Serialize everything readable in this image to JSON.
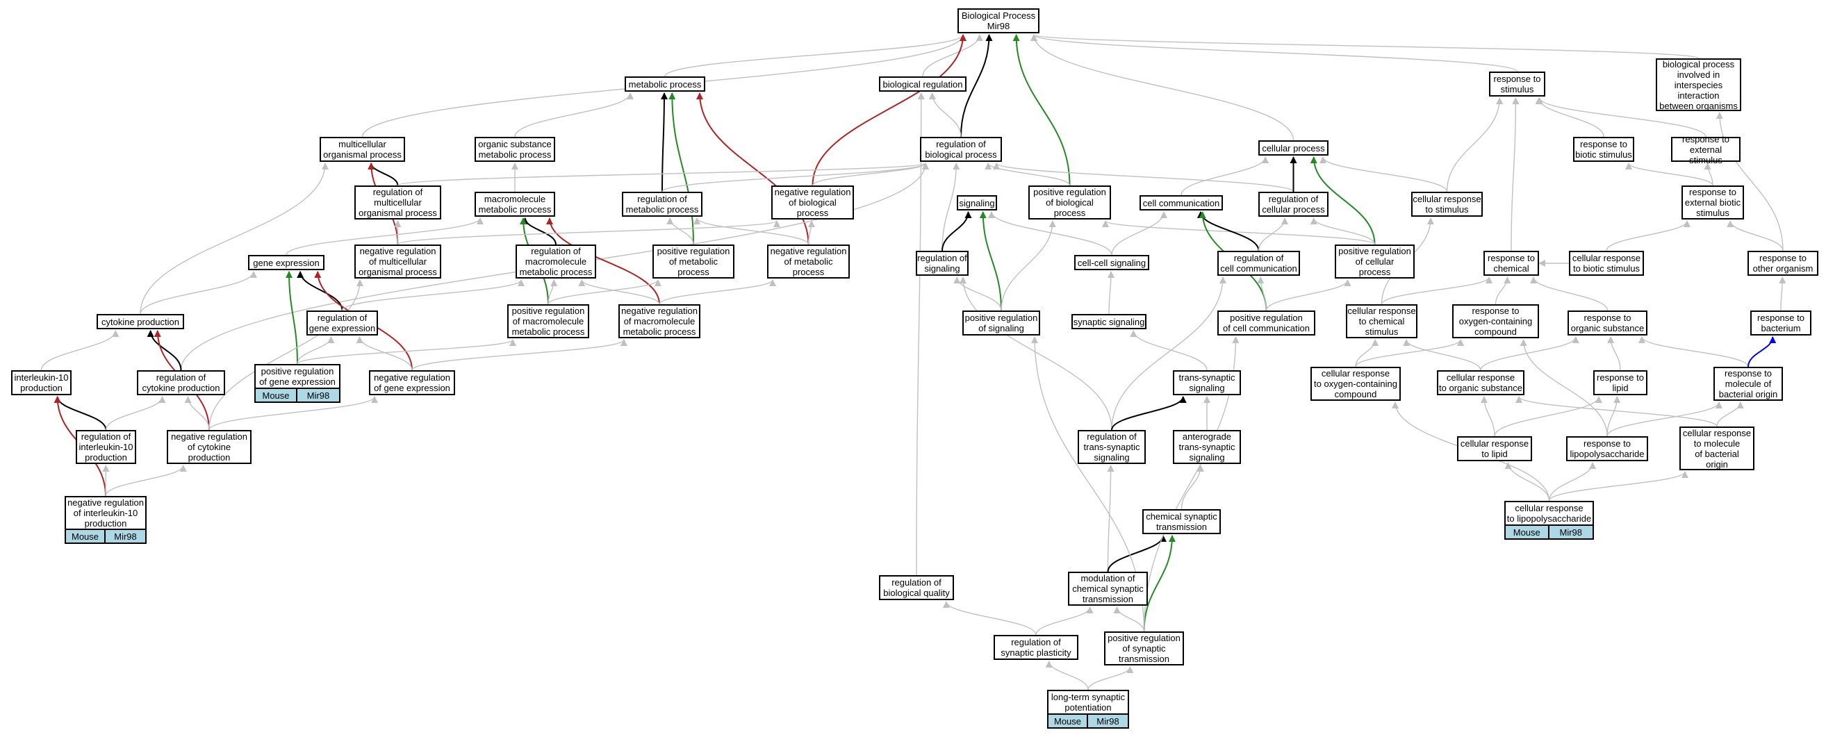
{
  "colors": {
    "grey": "#c0c0c0",
    "black": "#000000",
    "green": "#228b22",
    "red": "#b22222",
    "blue": "#0000ff",
    "tag": "#add8e6"
  },
  "nodes": {
    "bp": "Biological Process\nMir98",
    "metabolic": "metabolic process",
    "bioreg": "biological regulation",
    "respstim": "response to\nstimulus",
    "interspecies": "biological process\ninvolved in\ninterspecies\ninteraction\nbetween organisms",
    "multicell": "multicellular\norganismal process",
    "organicsub": "organic substance\nmetabolic process",
    "regbio": "regulation of\nbiological process",
    "cellular": "cellular process",
    "respbiotic": "response to\nbiotic stimulus",
    "respext": "response to\nexternal stimulus",
    "regmulticell": "regulation of\nmulticellular\norganismal process",
    "macromol": "macromolecule\nmetabolic process",
    "regmetab": "regulation of\nmetabolic process",
    "negregbio": "negative regulation\nof biological\nprocess",
    "signaling": "signaling",
    "posregbio": "positive regulation\nof biological\nprocess",
    "cellcomm": "cell communication",
    "regcellular": "regulation of\ncellular process",
    "cellrespstim": "cellular response\nto stimulus",
    "respextbiotic": "response to\nexternal biotic\nstimulus",
    "geneexpr": "gene expression",
    "negregmulticell": "negative regulation\nof multicellular\norganismal process",
    "regmacromol": "regulation of\nmacromolecule\nmetabolic process",
    "posregmetab": "positive regulation\nof metabolic\nprocess",
    "negregmetab": "negative regulation\nof metabolic\nprocess",
    "regsignaling": "regulation of\nsignaling",
    "cellcellsig": "cell-cell signaling",
    "regcellcomm": "regulation of\ncell communication",
    "posregcellular": "positive regulation\nof cellular\nprocess",
    "respchem": "response to\nchemical",
    "cellrespbiotic": "cellular response\nto biotic stimulus",
    "respother": "response to\nother organism",
    "cytokine": "cytokine production",
    "reggeneexpr": "regulation of\ngene expression",
    "posregmacromol": "positive regulation\nof macromolecule\nmetabolic process",
    "negregmacromol": "negative regulation\nof macromolecule\nmetabolic process",
    "posregsignaling": "positive regulation\nof signaling",
    "synsig": "synaptic signaling",
    "posregcellcomm": "positive regulation\nof cell communication",
    "cellrespchem": "cellular response\nto chemical\nstimulus",
    "respoxy": "response to\noxygen-containing\ncompound",
    "resporganic": "response to\norganic substance",
    "respbacterium": "response to\nbacterium",
    "il10": "interleukin-10\nproduction",
    "regcytokine": "regulation of\ncytokine production",
    "posreggeneexpr": "positive regulation\nof gene expression",
    "negreggeneexpr": "negative regulation\nof gene expression",
    "transsyn": "trans-synaptic\nsignaling",
    "cellrespoxy": "cellular response\nto oxygen-containing\ncompound",
    "cellresporganic": "cellular response\nto organic substance",
    "resplipid": "response to\nlipid",
    "respmolbact": "response to\nmolecule of\nbacterial origin",
    "regil10": "regulation of\ninterleukin-10\nproduction",
    "negregcytokine": "negative regulation\nof cytokine\nproduction",
    "regtranssyn": "regulation of\ntrans-synaptic\nsignaling",
    "anterograde": "anterograde\ntrans-synaptic\nsignaling",
    "cellresplipid": "cellular response\nto lipid",
    "resplps": "response to\nlipopolysaccharide",
    "cellrespmolbact": "cellular response\nto molecule\nof bacterial\norigin",
    "negregil10": "negative regulation\nof interleukin-10\nproduction",
    "chemsyn": "chemical synaptic\ntransmission",
    "cellresplps": "cellular response\nto lipopolysaccharide",
    "regbioqual": "regulation of\nbiological quality",
    "modchemsyn": "modulation of\nchemical synaptic\ntransmission",
    "regsynplast": "regulation of\nsynaptic plasticity",
    "posregsyntrans": "positive regulation\nof synaptic\ntransmission",
    "ltp": "long-term synaptic\npotentiation"
  },
  "annotation_tags": {
    "posreggeneexpr": [
      "Mouse",
      "Mir98"
    ],
    "negregil10": [
      "Mouse",
      "Mir98"
    ],
    "cellresplps": [
      "Mouse",
      "Mir98"
    ],
    "ltp": [
      "Mouse",
      "Mir98"
    ]
  },
  "edges": [
    [
      "metabolic",
      "bp",
      "grey"
    ],
    [
      "bioreg",
      "bp",
      "grey"
    ],
    [
      "respstim",
      "bp",
      "grey"
    ],
    [
      "interspecies",
      "bp",
      "grey"
    ],
    [
      "multicell",
      "bp",
      "grey"
    ],
    [
      "cellular",
      "bp",
      "grey"
    ],
    [
      "regbio",
      "bp",
      "black"
    ],
    [
      "negregbio",
      "bp",
      "red"
    ],
    [
      "posregbio",
      "bp",
      "green"
    ],
    [
      "organicsub",
      "metabolic",
      "grey"
    ],
    [
      "regmetab",
      "metabolic",
      "black"
    ],
    [
      "posregmetab",
      "metabolic",
      "green"
    ],
    [
      "negregmetab",
      "metabolic",
      "red"
    ],
    [
      "regbio",
      "bioreg",
      "grey"
    ],
    [
      "regbioqual",
      "bioreg",
      "grey"
    ],
    [
      "respbiotic",
      "respstim",
      "grey"
    ],
    [
      "respext",
      "respstim",
      "grey"
    ],
    [
      "cellrespstim",
      "respstim",
      "grey"
    ],
    [
      "respchem",
      "respstim",
      "grey"
    ],
    [
      "respother",
      "interspecies",
      "grey"
    ],
    [
      "regmulticell",
      "multicell",
      "black"
    ],
    [
      "negregmulticell",
      "multicell",
      "red"
    ],
    [
      "cytokine",
      "multicell",
      "grey"
    ],
    [
      "macromol",
      "organicsub",
      "grey"
    ],
    [
      "regmulticell",
      "regbio",
      "grey"
    ],
    [
      "regmetab",
      "regbio",
      "grey"
    ],
    [
      "negregbio",
      "regbio",
      "grey"
    ],
    [
      "posregbio",
      "regbio",
      "grey"
    ],
    [
      "regsignaling",
      "regbio",
      "grey"
    ],
    [
      "regcellular",
      "regbio",
      "grey"
    ],
    [
      "regcytokine",
      "regbio",
      "grey"
    ],
    [
      "cellcomm",
      "cellular",
      "grey"
    ],
    [
      "regcellular",
      "cellular",
      "black"
    ],
    [
      "posregcellular",
      "cellular",
      "green"
    ],
    [
      "cellrespstim",
      "cellular",
      "grey"
    ],
    [
      "respextbiotic",
      "respbiotic",
      "grey"
    ],
    [
      "respextbiotic",
      "respext",
      "grey"
    ],
    [
      "negregmulticell",
      "regmulticell",
      "grey"
    ],
    [
      "regmacromol",
      "macromol",
      "black"
    ],
    [
      "posregmacromol",
      "macromol",
      "green"
    ],
    [
      "negregmacromol",
      "macromol",
      "red"
    ],
    [
      "geneexpr",
      "macromol",
      "grey"
    ],
    [
      "posregmetab",
      "regmetab",
      "grey"
    ],
    [
      "negregmetab",
      "regmetab",
      "grey"
    ],
    [
      "negregmetab",
      "negregbio",
      "grey"
    ],
    [
      "negregmulticell",
      "negregbio",
      "grey"
    ],
    [
      "regsignaling",
      "signaling",
      "black"
    ],
    [
      "posregsignaling",
      "signaling",
      "green"
    ],
    [
      "cellcellsig",
      "signaling",
      "grey"
    ],
    [
      "posregsignaling",
      "posregbio",
      "grey"
    ],
    [
      "posregcellular",
      "posregbio",
      "grey"
    ],
    [
      "cellcellsig",
      "cellcomm",
      "grey"
    ],
    [
      "regcellcomm",
      "cellcomm",
      "black"
    ],
    [
      "posregcellcomm",
      "cellcomm",
      "green"
    ],
    [
      "regcellcomm",
      "regcellular",
      "grey"
    ],
    [
      "posregcellular",
      "regcellular",
      "grey"
    ],
    [
      "cellrespchem",
      "cellrespstim",
      "grey"
    ],
    [
      "cellrespbiotic",
      "respextbiotic",
      "grey"
    ],
    [
      "respother",
      "respextbiotic",
      "grey"
    ],
    [
      "reggeneexpr",
      "geneexpr",
      "black"
    ],
    [
      "posreggeneexpr",
      "geneexpr",
      "green"
    ],
    [
      "negreggeneexpr",
      "geneexpr",
      "red"
    ],
    [
      "cytokine",
      "geneexpr",
      "grey"
    ],
    [
      "reggeneexpr",
      "regmacromol",
      "grey"
    ],
    [
      "posregmacromol",
      "regmacromol",
      "grey"
    ],
    [
      "negregmacromol",
      "regmacromol",
      "grey"
    ],
    [
      "posregmacromol",
      "posregmetab",
      "grey"
    ],
    [
      "negregmacromol",
      "negregmetab",
      "grey"
    ],
    [
      "posregsignaling",
      "regsignaling",
      "grey"
    ],
    [
      "regtranssyn",
      "regsignaling",
      "grey"
    ],
    [
      "synsig",
      "cellcellsig",
      "grey"
    ],
    [
      "posregcellcomm",
      "regcellcomm",
      "grey"
    ],
    [
      "regtranssyn",
      "regcellcomm",
      "grey"
    ],
    [
      "posregcellcomm",
      "posregcellular",
      "grey"
    ],
    [
      "cellrespchem",
      "respchem",
      "grey"
    ],
    [
      "respoxy",
      "respchem",
      "grey"
    ],
    [
      "resporganic",
      "respchem",
      "grey"
    ],
    [
      "cellrespbiotic",
      "respchem",
      "grey"
    ],
    [
      "respbacterium",
      "respother",
      "grey"
    ],
    [
      "il10",
      "cytokine",
      "grey"
    ],
    [
      "regcytokine",
      "cytokine",
      "black"
    ],
    [
      "negregcytokine",
      "cytokine",
      "red"
    ],
    [
      "posreggeneexpr",
      "reggeneexpr",
      "grey"
    ],
    [
      "negreggeneexpr",
      "reggeneexpr",
      "grey"
    ],
    [
      "posreggeneexpr",
      "posregmacromol",
      "grey"
    ],
    [
      "negreggeneexpr",
      "negregmacromol",
      "grey"
    ],
    [
      "transsyn",
      "synsig",
      "grey"
    ],
    [
      "cellrespoxy",
      "cellrespchem",
      "grey"
    ],
    [
      "cellresporganic",
      "cellrespchem",
      "grey"
    ],
    [
      "cellrespoxy",
      "respoxy",
      "grey"
    ],
    [
      "resplps",
      "respoxy",
      "grey"
    ],
    [
      "cellresporganic",
      "resporganic",
      "grey"
    ],
    [
      "resplipid",
      "resporganic",
      "grey"
    ],
    [
      "respmolbact",
      "resporganic",
      "grey"
    ],
    [
      "respmolbact",
      "respbacterium",
      "blue"
    ],
    [
      "regil10",
      "il10",
      "black"
    ],
    [
      "negregil10",
      "il10",
      "red"
    ],
    [
      "regil10",
      "regcytokine",
      "grey"
    ],
    [
      "negregcytokine",
      "regcytokine",
      "grey"
    ],
    [
      "negregcytokine",
      "negregmulticell",
      "grey"
    ],
    [
      "negregcytokine",
      "negreggeneexpr",
      "grey"
    ],
    [
      "regtranssyn",
      "transsyn",
      "black"
    ],
    [
      "anterograde",
      "transsyn",
      "grey"
    ],
    [
      "cellresplipid",
      "cellresporganic",
      "grey"
    ],
    [
      "cellrespmolbact",
      "cellresporganic",
      "grey"
    ],
    [
      "cellresplipid",
      "resplipid",
      "grey"
    ],
    [
      "resplps",
      "resplipid",
      "grey"
    ],
    [
      "resplps",
      "respmolbact",
      "grey"
    ],
    [
      "cellrespmolbact",
      "respmolbact",
      "grey"
    ],
    [
      "negregil10",
      "regil10",
      "grey"
    ],
    [
      "negregil10",
      "negregcytokine",
      "grey"
    ],
    [
      "modchemsyn",
      "regtranssyn",
      "grey"
    ],
    [
      "chemsyn",
      "anterograde",
      "grey"
    ],
    [
      "cellresplps",
      "cellrespoxy",
      "grey"
    ],
    [
      "cellresplps",
      "cellresplipid",
      "grey"
    ],
    [
      "cellresplps",
      "resplps",
      "grey"
    ],
    [
      "cellresplps",
      "cellrespmolbact",
      "grey"
    ],
    [
      "modchemsyn",
      "chemsyn",
      "black"
    ],
    [
      "posregsyntrans",
      "chemsyn",
      "green"
    ],
    [
      "regsynplast",
      "regbioqual",
      "grey"
    ],
    [
      "regsynplast",
      "modchemsyn",
      "grey"
    ],
    [
      "posregsyntrans",
      "modchemsyn",
      "grey"
    ],
    [
      "posregsyntrans",
      "posregsignaling",
      "grey"
    ],
    [
      "posregsyntrans",
      "posregcellcomm",
      "grey"
    ],
    [
      "ltp",
      "regsynplast",
      "grey"
    ],
    [
      "ltp",
      "posregsyntrans",
      "grey"
    ]
  ]
}
